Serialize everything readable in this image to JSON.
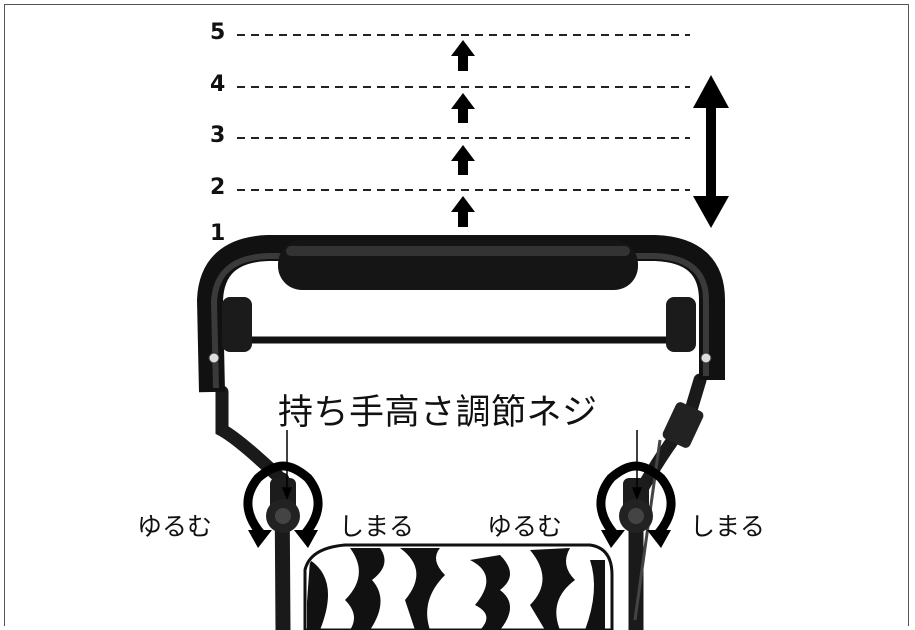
{
  "levels": [
    "5",
    "4",
    "3",
    "2",
    "1"
  ],
  "title": "持ち手高さ調節ネジ",
  "left_knob": {
    "loosen": "ゆるむ",
    "tighten": "しまる"
  },
  "right_knob": {
    "loosen": "ゆるむ",
    "tighten": "しまる"
  }
}
